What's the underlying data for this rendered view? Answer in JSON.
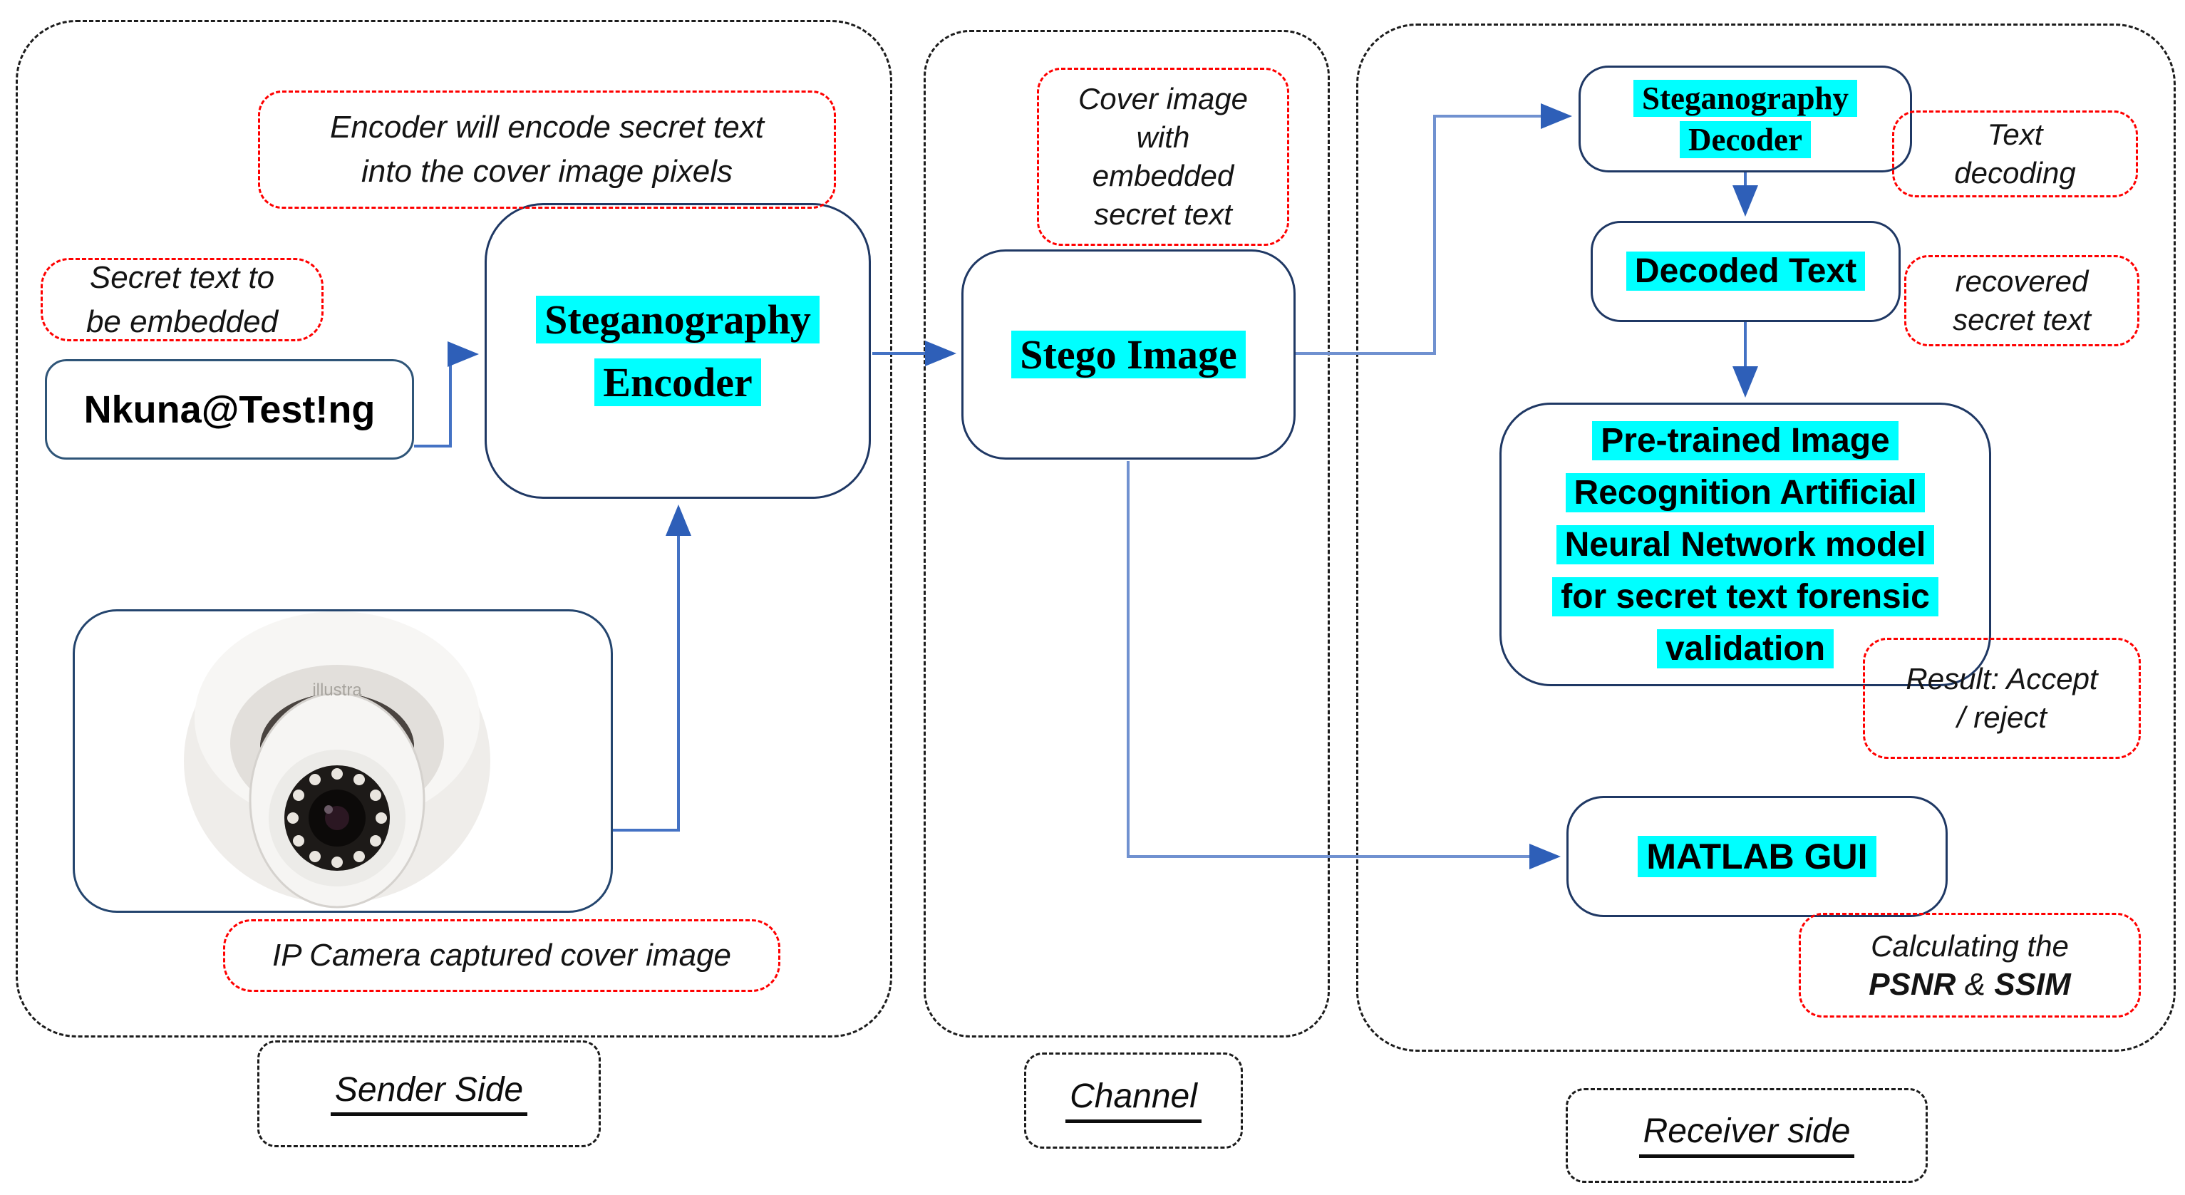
{
  "colors": {
    "highlight_cyan": "#00FFFF",
    "box_border_navy": "#1F3864",
    "arrow_blue": "#4472C4",
    "note_border_red": "#FF0000",
    "container_border_black": "#1c1c1c"
  },
  "sender": {
    "label": "Sender Side",
    "encoder_note": [
      "Encoder will encode secret text",
      "into the cover image pixels"
    ],
    "secret_note": [
      "Secret text to",
      "be embedded"
    ],
    "secret_text": "Nkuna@Test!ng",
    "encoder": [
      "Steganography",
      "Encoder"
    ],
    "camera_brand": "illustra",
    "camera_note": "IP Camera captured cover image"
  },
  "channel": {
    "label": "Channel",
    "cover_note": [
      "Cover image",
      "with",
      "embedded",
      "secret text"
    ],
    "stego": "Stego Image"
  },
  "receiver": {
    "label": "Receiver side",
    "decoder": [
      "Steganography",
      "Decoder"
    ],
    "decoding_note": [
      "Text",
      "decoding"
    ],
    "decoded": "Decoded Text",
    "recovered_note": [
      "recovered",
      "secret text"
    ],
    "pretrained": [
      "Pre-trained Image",
      "Recognition Artificial",
      "Neural Network model",
      "for secret text forensic",
      "validation"
    ],
    "result_note": [
      "Result: Accept",
      "/ reject"
    ],
    "matlab": "MATLAB GUI",
    "calc_note_line1": "Calculating the",
    "calc_note_parts": [
      "PSNR",
      " & ",
      "SSIM"
    ]
  }
}
